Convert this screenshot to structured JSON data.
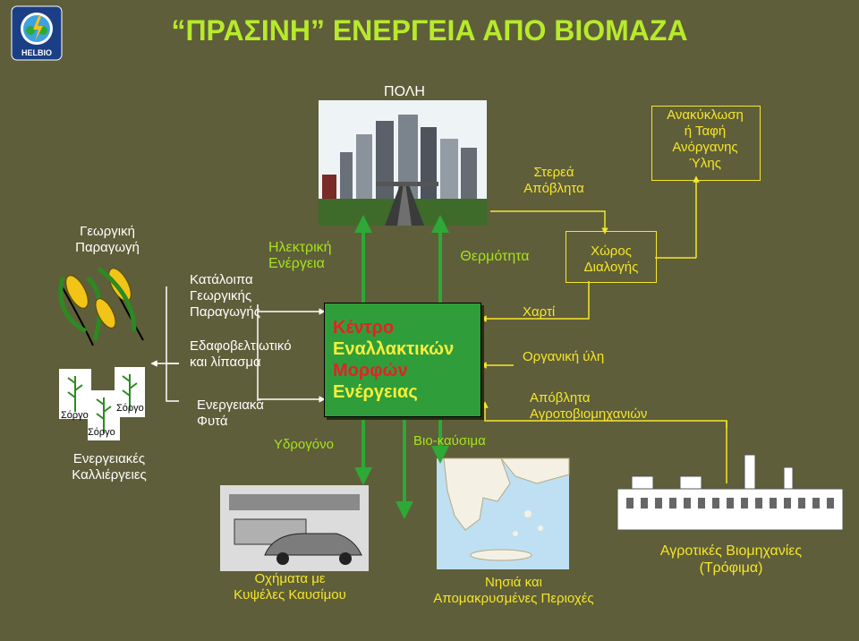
{
  "header": {
    "title": "“ΠΡΑΣΙΝΗ” ΕΝΕΡΓΕΙΑ ΑΠΟ ΒΙΟΜΑΖΑ",
    "logo_text": "HELBIO"
  },
  "city": {
    "label": "ΠΟΛΗ"
  },
  "left": {
    "agri_production": [
      "Γεωργική",
      "Παραγωγή"
    ],
    "energy_crops": [
      "Ενεργειακές",
      "Καλλιέργειες"
    ],
    "sorghum_labels": [
      "Σόργο",
      "Σόργο",
      "Σόργο"
    ]
  },
  "inputs": {
    "residues": [
      "Κατάλοιπα",
      "Γεωργικής",
      "Παραγωγής"
    ],
    "soil_fertilizer": [
      "Εδαφοβελτιωτικό",
      "και λίπασμα"
    ],
    "energy_plants": [
      "Ενεργειακά",
      "Φυτά"
    ]
  },
  "outputs": {
    "electricity": [
      "Ηλεκτρική",
      "Ενέργεια"
    ],
    "heat": "Θερμότητα",
    "hydrogen": "Υδρογόνο",
    "biofuels": "Βιο-καύσιμα"
  },
  "center": {
    "lines": [
      "Κέντρο",
      "Εναλλακτικών",
      "Μορφών",
      "Ενέργειας"
    ]
  },
  "waste": {
    "solid_waste": [
      "Στερεά",
      "Απόβλητα"
    ],
    "recycling": [
      "Ανακύκλωση",
      "ή Ταφή",
      "Ανόργανης",
      "Ύλης"
    ],
    "landfill": [
      "Χώρος",
      "Διαλογής"
    ],
    "paper": "Χαρτί",
    "organic": "Οργανική ύλη",
    "agroindustry_waste": [
      "Απόβλητα",
      "Αγροτοβιομηχανιών"
    ]
  },
  "bottom": {
    "vehicles": [
      "Οχήματα με",
      "Κυψέλες Καυσίμου"
    ],
    "islands": [
      "Νησιά και",
      "Απομακρυσμένες Περιοχές"
    ],
    "agroindustry": [
      "Αγροτικές Βιομηχανίες",
      "(Τρόφιμα)"
    ]
  },
  "colors": {
    "background": "#5e5e3a",
    "arrow_green": "#2ea836",
    "arrow_yellow": "#f5e62a",
    "title_green": "#b7ea2a",
    "center_fill": "#2f9e3a"
  }
}
